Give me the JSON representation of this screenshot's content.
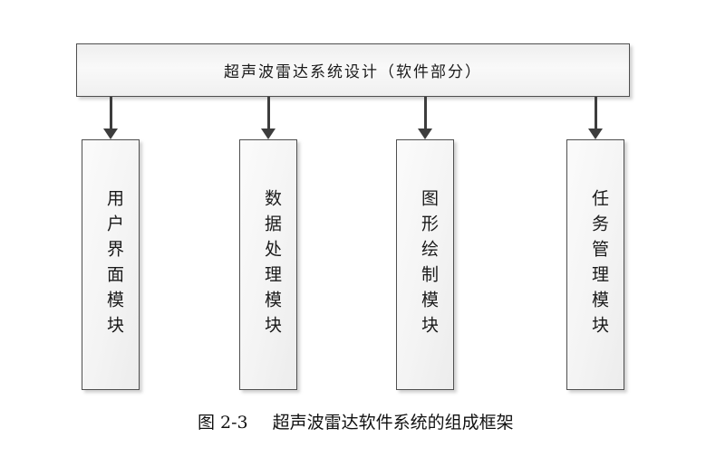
{
  "diagram": {
    "title_box": {
      "label": "超声波雷达系统设计（软件部分）"
    },
    "modules": [
      {
        "id": "user-interface-module",
        "label": "用户界面模块"
      },
      {
        "id": "data-processing-module",
        "label": "数据处理模块"
      },
      {
        "id": "graphics-drawing-module",
        "label": "图形绘制模块"
      },
      {
        "id": "task-management-module",
        "label": "任务管理模块"
      }
    ],
    "caption": {
      "number": "图 2-3",
      "text": "超声波雷达软件系统的组成框架"
    },
    "colors": {
      "background": "#ffffff",
      "box_border": "#4f4f4f",
      "box_fill_light": "#fbfbfb",
      "box_fill_dark": "#ececec",
      "arrow": "#3d3d3d",
      "text": "#1a1a1a"
    }
  }
}
